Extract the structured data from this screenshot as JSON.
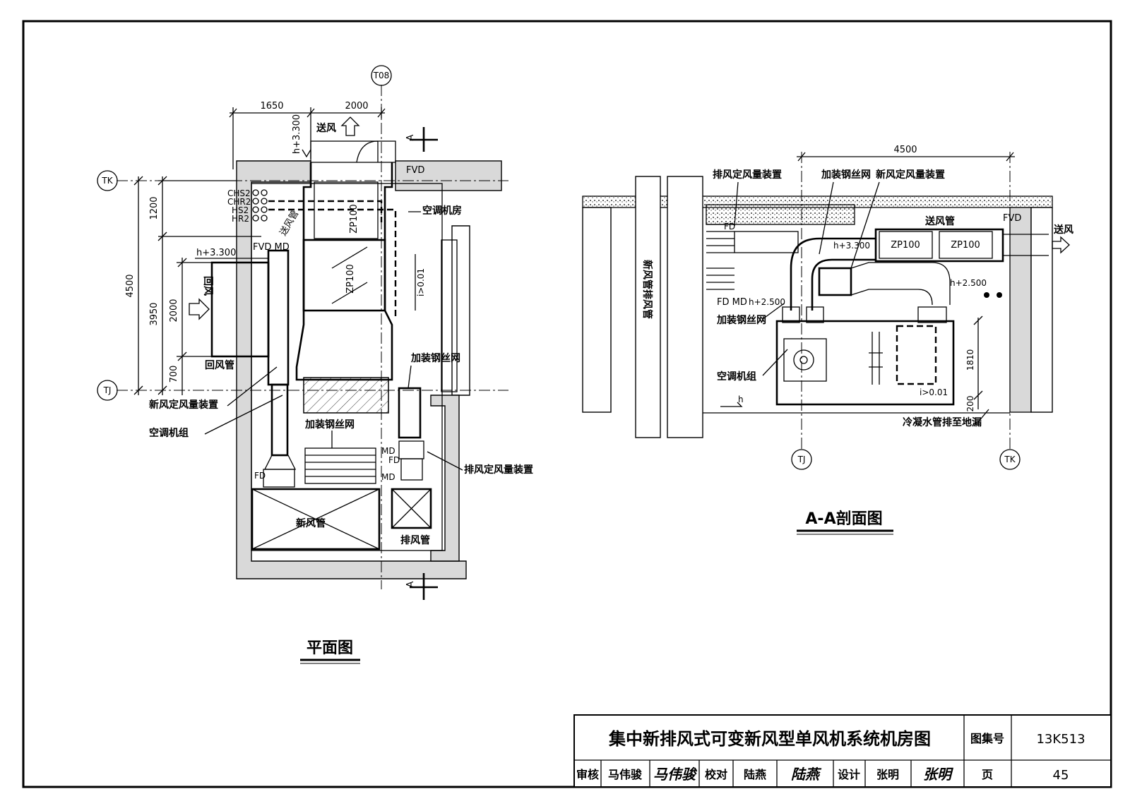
{
  "plan": {
    "axis_t08": "T08",
    "axis_tk": "TK",
    "axis_tj": "TJ",
    "dim_1650": "1650",
    "dim_2000_top": "2000",
    "dim_4500_v": "4500",
    "dim_1200": "1200",
    "dim_3950": "3950",
    "dim_2000_v": "2000",
    "dim_700": "700",
    "supply_air": "送风",
    "elev_h3300_top": "h+3.300",
    "elev_h3300_left": "h+3.300",
    "fvd_top": "FVD",
    "pipe_labels": [
      "CHS2",
      "CHR2",
      "HS2",
      "HR2"
    ],
    "supply_duct": "送风管",
    "zp100_a": "ZP100",
    "zp100_b": "ZP100",
    "ac_room": "空调机房",
    "slope": "i>0.01",
    "fvd_md": "FVD MD",
    "return_air": "回风",
    "return_duct": "回风管",
    "mesh_right": "加装钢丝网",
    "fresh_air_device": "新风定风量装置",
    "ac_unit": "空调机组",
    "mesh_bottom": "加装钢丝网",
    "md": "MD",
    "fd_right": "FD",
    "md_bottom": "MD",
    "fd_left": "FD",
    "exhaust_device": "排风定风量装置",
    "fresh_duct": "新风管",
    "exhaust_duct": "排风管",
    "section_mark_top": "A",
    "section_mark_bottom": "A",
    "caption": "平面图"
  },
  "section": {
    "dim_4500": "4500",
    "exhaust_device": "排风定风量装置",
    "mesh_top": "加装钢丝网",
    "fresh_device": "新风定风量装置",
    "fd_md_top": "FD",
    "supply_duct": "送风管",
    "fvd": "FVD",
    "supply_air": "送风",
    "zp100_a": "ZP100",
    "zp100_b": "ZP100",
    "elev_h3300": "h+3.300",
    "elev_h2500_right": "h+2.500",
    "elev_h2500_left": "h+2.500",
    "fd_md": "FD MD",
    "fresh_exhaust_duct": "新风管排风管",
    "mesh_left": "加装钢丝网",
    "ac_unit": "空调机组",
    "h": "h",
    "dim_1810": "1810",
    "dim_200": "200",
    "slope": "i>0.01",
    "drain": "冷凝水管排至地漏",
    "axis_tj": "TJ",
    "axis_tk": "TK",
    "caption": "A-A剖面图"
  },
  "titleblock": {
    "title": "集中新排风式可变新风型单风机系统机房图",
    "atlas_label": "图集号",
    "atlas_no": "13K513",
    "review_label": "审核",
    "reviewer": "马伟骏",
    "reviewer_sig": "马伟骏",
    "check_label": "校对",
    "checker": "陆燕",
    "checker_sig": "陆燕",
    "design_label": "设计",
    "designer": "张明",
    "designer_sig": "张明",
    "page_label": "页",
    "page_no": "45"
  }
}
